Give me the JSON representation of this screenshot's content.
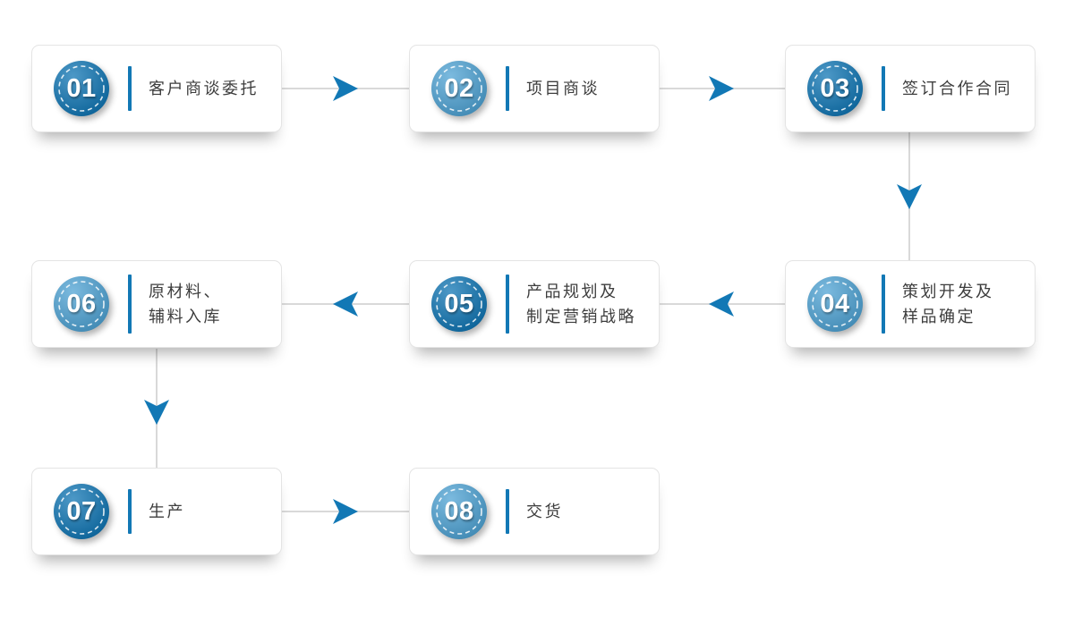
{
  "diagram": {
    "type": "process-flow",
    "flow_order": "01→02→03→04→05→06→07→08",
    "steps": [
      {
        "number": "01",
        "label": "客户商谈委托"
      },
      {
        "number": "02",
        "label": "项目商谈"
      },
      {
        "number": "03",
        "label": "签订合作合同"
      },
      {
        "number": "04",
        "label": "策划开发及\n样品确定"
      },
      {
        "number": "05",
        "label": "产品规划及\n制定营销战略"
      },
      {
        "number": "06",
        "label": "原材料、\n辅料入库"
      },
      {
        "number": "07",
        "label": "生产"
      },
      {
        "number": "08",
        "label": "交货"
      }
    ],
    "colors": {
      "circle_dark": "#1176b4",
      "circle_light": "#4fa3d4",
      "arrow": "#1278b5",
      "divider": "#1278b5",
      "connector": "#d9d9d9",
      "card_border": "#e4e4e4",
      "card_bg": "#ffffff",
      "text": "#3d3d3d",
      "number_text": "#ffffff"
    }
  }
}
